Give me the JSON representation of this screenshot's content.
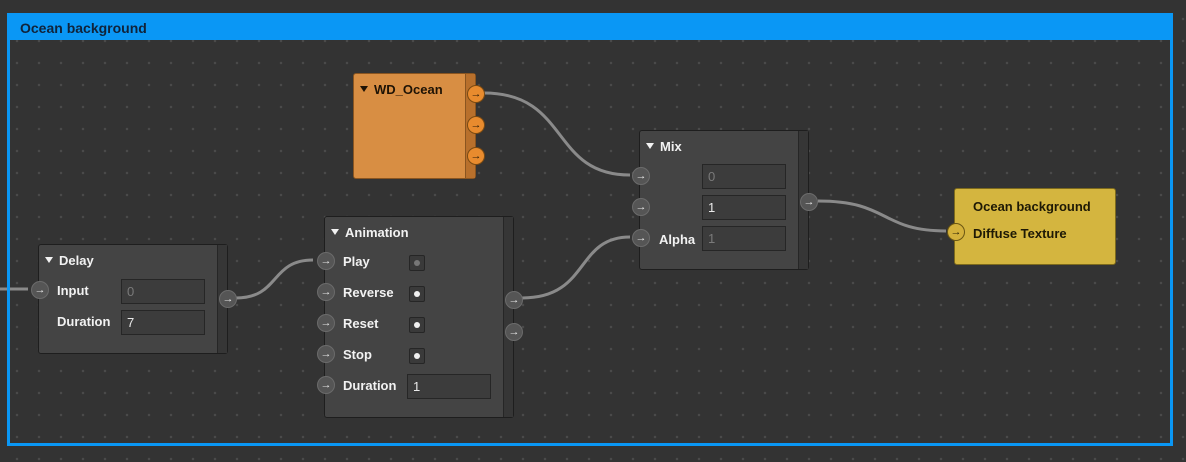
{
  "group": {
    "title": "Ocean background"
  },
  "nodes": {
    "wd_ocean": {
      "title": "WD_Ocean",
      "color": "#d88e43"
    },
    "mix": {
      "title": "Mix",
      "inputs": [
        {
          "label": "",
          "value": "0",
          "dim": true
        },
        {
          "label": "",
          "value": "1",
          "dim": false
        },
        {
          "label": "Alpha",
          "value": "1",
          "dim": true
        }
      ]
    },
    "animation": {
      "title": "Animation",
      "inputs": [
        {
          "label": "Play",
          "checked": true,
          "dim": true
        },
        {
          "label": "Reverse",
          "checked": true,
          "dim": false
        },
        {
          "label": "Reset",
          "checked": true,
          "dim": false
        },
        {
          "label": "Stop",
          "checked": true,
          "dim": false
        }
      ],
      "duration_label": "Duration",
      "duration_value": "1"
    },
    "delay": {
      "title": "Delay",
      "input_label": "Input",
      "input_value": "0",
      "duration_label": "Duration",
      "duration_value": "7"
    },
    "output": {
      "title": "Ocean background",
      "input_label": "Diffuse Texture",
      "color": "#d4b53f"
    }
  },
  "port_icon": "arrow-right-icon",
  "colors": {
    "group_border": "#0a97f5",
    "wire": "#8a8a8a"
  }
}
